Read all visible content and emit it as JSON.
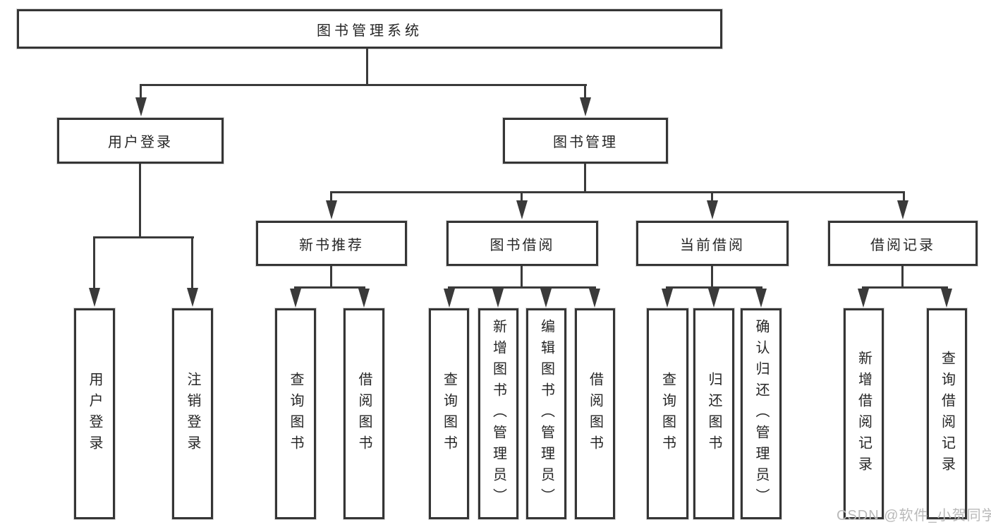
{
  "diagram": {
    "tree": {
      "root": {
        "label": "图书管理系统"
      },
      "children": [
        {
          "label": "用户登录",
          "children": [
            {
              "label": "用户登录"
            },
            {
              "label": "注销登录"
            }
          ]
        },
        {
          "label": "图书管理",
          "children": [
            {
              "label": "新书推荐",
              "children": [
                {
                  "label": "查询图书"
                },
                {
                  "label": "借阅图书"
                }
              ]
            },
            {
              "label": "图书借阅",
              "children": [
                {
                  "label": "查询图书"
                },
                {
                  "label": "新增图书（管理员）"
                },
                {
                  "label": "编辑图书（管理员）"
                },
                {
                  "label": "借阅图书"
                }
              ]
            },
            {
              "label": "当前借阅",
              "children": [
                {
                  "label": "查询图书"
                },
                {
                  "label": "归还图书"
                },
                {
                  "label": "确认归还（管理员）"
                }
              ]
            },
            {
              "label": "借阅记录",
              "children": [
                {
                  "label": "新增借阅记录"
                },
                {
                  "label": "查询借阅记录"
                }
              ]
            }
          ]
        }
      ]
    },
    "watermark": "CSDN @软件_小贺同学",
    "colors": {
      "line": "#3a3a3a",
      "box_border": "#353535",
      "text": "#262626",
      "watermark": "#b9b9b9",
      "background": "#ffffff"
    }
  }
}
